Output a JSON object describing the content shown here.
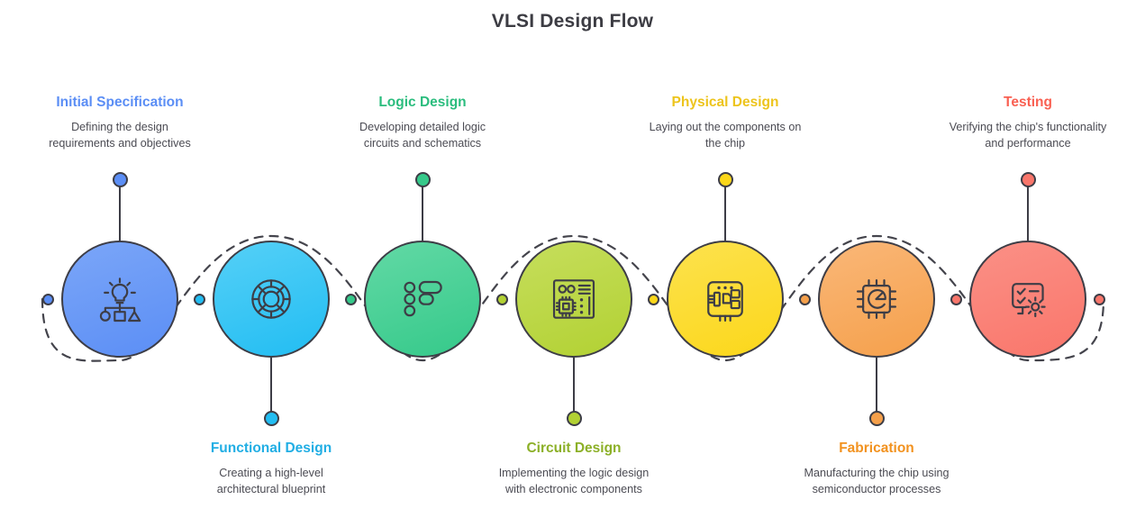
{
  "title": "VLSI Design Flow",
  "theme": {
    "background": "#ffffff",
    "title_color": "#3c3c43",
    "outline_color": "#3d3d46",
    "body_text_color": "#4b4b53",
    "dash_color": "#44444c"
  },
  "steps": [
    {
      "index": 1,
      "label": "Initial Specification",
      "description": "Defining the design requirements and objectives",
      "description_lines": [
        "Defining the design",
        "requirements and objectives"
      ],
      "color": "#5b8ef5",
      "color_light": "#7ba6f8",
      "label_color": "#5b8ef5",
      "icon": "lightbulb-hierarchy-icon",
      "side": "top"
    },
    {
      "index": 2,
      "label": "Functional Design",
      "description": "Creating a high-level architectural blueprint",
      "description_lines": [
        "Creating a high-level",
        "architectural blueprint"
      ],
      "color": "#22bdf2",
      "color_light": "#55d0f7",
      "label_color": "#21aee4",
      "icon": "blueprint-wheel-icon",
      "side": "bottom"
    },
    {
      "index": 3,
      "label": "Logic Design",
      "description": "Developing detailed logic circuits and schematics",
      "description_lines": [
        "Developing detailed logic",
        "circuits and schematics"
      ],
      "color": "#35c98a",
      "color_light": "#62d9a5",
      "label_color": "#2bbd7e",
      "icon": "logic-gate-list-icon",
      "side": "top"
    },
    {
      "index": 4,
      "label": "Circuit Design",
      "description": "Implementing the logic design with electronic components",
      "description_lines": [
        "Implementing the logic design",
        "with electronic components"
      ],
      "color": "#b2d133",
      "color_light": "#c6de5c",
      "label_color": "#8cb028",
      "icon": "circuit-board-icon",
      "side": "bottom"
    },
    {
      "index": 5,
      "label": "Physical Design",
      "description": "Laying out the components on the chip",
      "description_lines": [
        "Laying out the components on",
        "the chip"
      ],
      "color": "#fbd71a",
      "color_light": "#fde24e",
      "label_color": "#edc41c",
      "icon": "chip-layout-icon",
      "side": "top"
    },
    {
      "index": 6,
      "label": "Fabrication",
      "description": "Manufacturing the chip using semiconductor processes",
      "description_lines": [
        "Manufacturing the chip using",
        "semiconductor processes"
      ],
      "color": "#f5a04b",
      "color_light": "#fab778",
      "label_color": "#f2921f",
      "icon": "cpu-wafer-icon",
      "side": "bottom"
    },
    {
      "index": 7,
      "label": "Testing",
      "description": "Verifying the chip's functionality and performance",
      "description_lines": [
        "Verifying the chip's functionality",
        "and performance"
      ],
      "color": "#f9766b",
      "color_light": "#fb9086",
      "label_color": "#f96052",
      "icon": "checklist-gear-icon",
      "side": "top"
    }
  ]
}
